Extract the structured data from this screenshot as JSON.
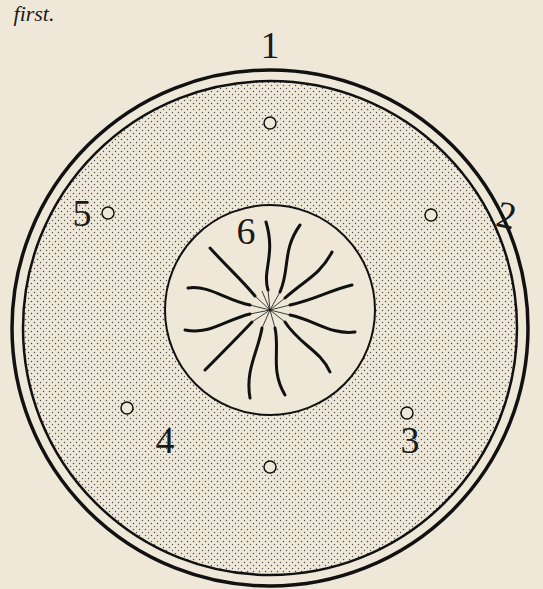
{
  "diagram": {
    "labels": [
      "first.",
      "1",
      "2",
      "3",
      "4",
      "5",
      "6"
    ]
  }
}
